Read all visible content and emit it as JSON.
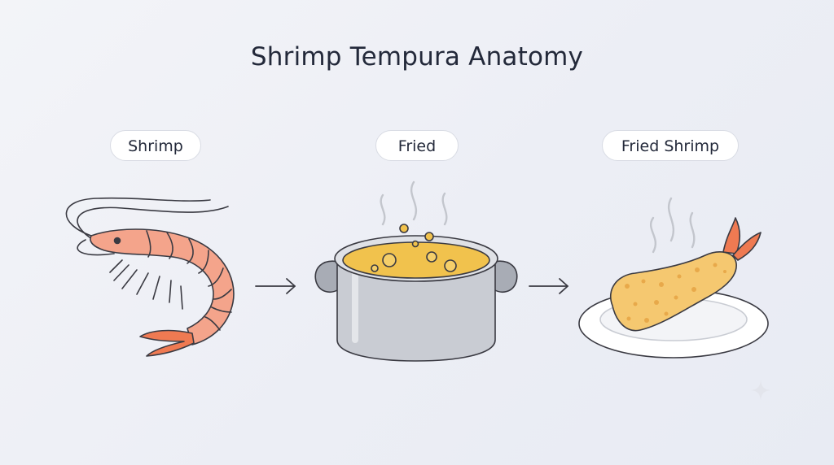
{
  "title": "Shrimp Tempura Anatomy",
  "steps": [
    {
      "label": "Shrimp",
      "icon": "shrimp-icon"
    },
    {
      "label": "Fried",
      "icon": "frying-pot-icon"
    },
    {
      "label": "Fried Shrimp",
      "icon": "tempura-plate-icon"
    }
  ],
  "connector_icon": "arrow-right-icon",
  "colors": {
    "title": "#23293a",
    "shrimp": "#f4a48b",
    "shrimp_outline": "#3a3a42",
    "tail": "#ef7a52",
    "oil": "#f1c24d",
    "pot": "#c9ccd3",
    "tempura": "#f5c870",
    "plate": "#ffffff"
  }
}
